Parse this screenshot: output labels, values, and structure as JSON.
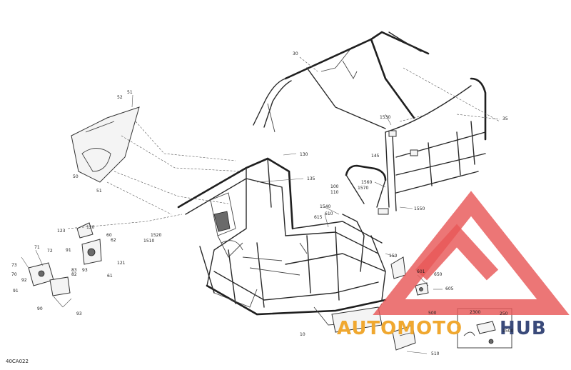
{
  "figure_code": "40CA022",
  "watermark": {
    "part1": "AUTOMOTO",
    "part2": "HUB"
  },
  "callouts": [
    "30",
    "35",
    "1530",
    "145",
    "130",
    "135",
    "100",
    "110",
    "1560",
    "1570",
    "1550",
    "1540",
    "615",
    "610",
    "52",
    "51",
    "50",
    "51",
    "1520",
    "1510",
    "123",
    "120",
    "60",
    "62",
    "93",
    "121",
    "61",
    "71",
    "72",
    "91",
    "73",
    "70",
    "83",
    "82",
    "92",
    "91",
    "90",
    "93",
    "10",
    "150",
    "601",
    "650",
    "605",
    "500",
    "2300",
    "250",
    "1500",
    "510"
  ]
}
